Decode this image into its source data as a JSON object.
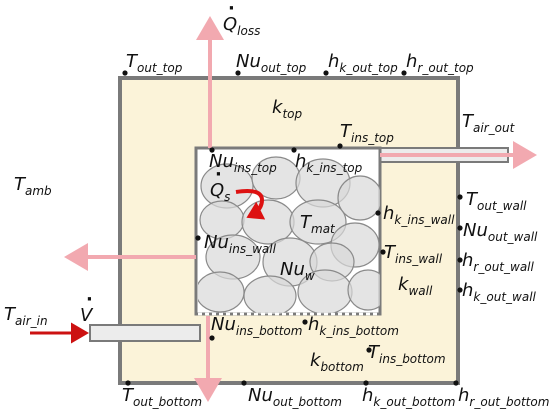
{
  "diagram": {
    "colors": {
      "insulation_fill": "#fbf3d9",
      "wall_stroke": "#7a7a7a",
      "pipe_fill": "#ececec",
      "heat_arrow": "#f2a9b0",
      "air_inlet_arrow": "#cc1111",
      "storage_arrow": "#dd1111",
      "pebble_fill": "#d9d9d9",
      "point_marker": "#111111"
    },
    "heat_loss": {
      "main": "Q",
      "sub": "loss",
      "dot": "·"
    },
    "heat_storage": {
      "main": "Q",
      "sub": "s",
      "dot": "·"
    },
    "ambient_temp": {
      "main": "T",
      "sub": "amb"
    },
    "air_in": {
      "main": "T",
      "sub": "air_in"
    },
    "flow_rate": {
      "main": "V",
      "dot": "·"
    },
    "air_out": {
      "main": "T",
      "sub": "air_out"
    },
    "top_row": {
      "t_out_top": {
        "main": "T",
        "sub": "out_top"
      },
      "nu_out_top": {
        "main": "Nu",
        "sub": "out_top"
      },
      "h_k_out_top": {
        "main": "h",
        "sub": "k_out_top"
      },
      "h_r_out_top": {
        "main": "h",
        "sub": "r_out_top"
      }
    },
    "k_top": {
      "main": "k",
      "sub": "top"
    },
    "t_ins_top": {
      "main": "T",
      "sub": "ins_top"
    },
    "nu_ins_top": {
      "main": "Nu",
      "sub": "ins_top"
    },
    "h_k_ins_top": {
      "main": "h",
      "sub": "k_ins_top"
    },
    "t_mat": {
      "main": "T",
      "sub": "mat"
    },
    "nu_ins_wall": {
      "main": "Nu",
      "sub": "ins_wall"
    },
    "nu_w": {
      "main": "Nu",
      "sub": "w"
    },
    "h_k_ins_wall": {
      "main": "h",
      "sub": "k_ins_wall"
    },
    "t_ins_wall": {
      "main": "T",
      "sub": "ins_wall"
    },
    "k_wall": {
      "main": "k",
      "sub": "wall"
    },
    "right_col": {
      "t_out_wall": {
        "main": "T",
        "sub": "out_wall"
      },
      "nu_out_wall": {
        "main": "Nu",
        "sub": "out_wall"
      },
      "h_r_out_wall": {
        "main": "h",
        "sub": "r_out_wall"
      },
      "h_k_out_wall": {
        "main": "h",
        "sub": "k_out_wall"
      }
    },
    "nu_ins_bottom": {
      "main": "Nu",
      "sub": "ins_bottom"
    },
    "h_k_ins_bottom": {
      "main": "h",
      "sub": "k_ins_bottom"
    },
    "t_ins_bottom": {
      "main": "T",
      "sub": "ins_bottom"
    },
    "k_bottom": {
      "main": "k",
      "sub": "bottom"
    },
    "bottom_row": {
      "t_out_bottom": {
        "main": "T",
        "sub": "out_bottom"
      },
      "nu_out_bottom": {
        "main": "Nu",
        "sub": "out_bottom"
      },
      "h_k_out_bottom": {
        "main": "h",
        "sub": "k_out_bottom"
      },
      "h_r_out_bottom": {
        "main": "h",
        "sub": "r_out_bottom"
      }
    }
  }
}
